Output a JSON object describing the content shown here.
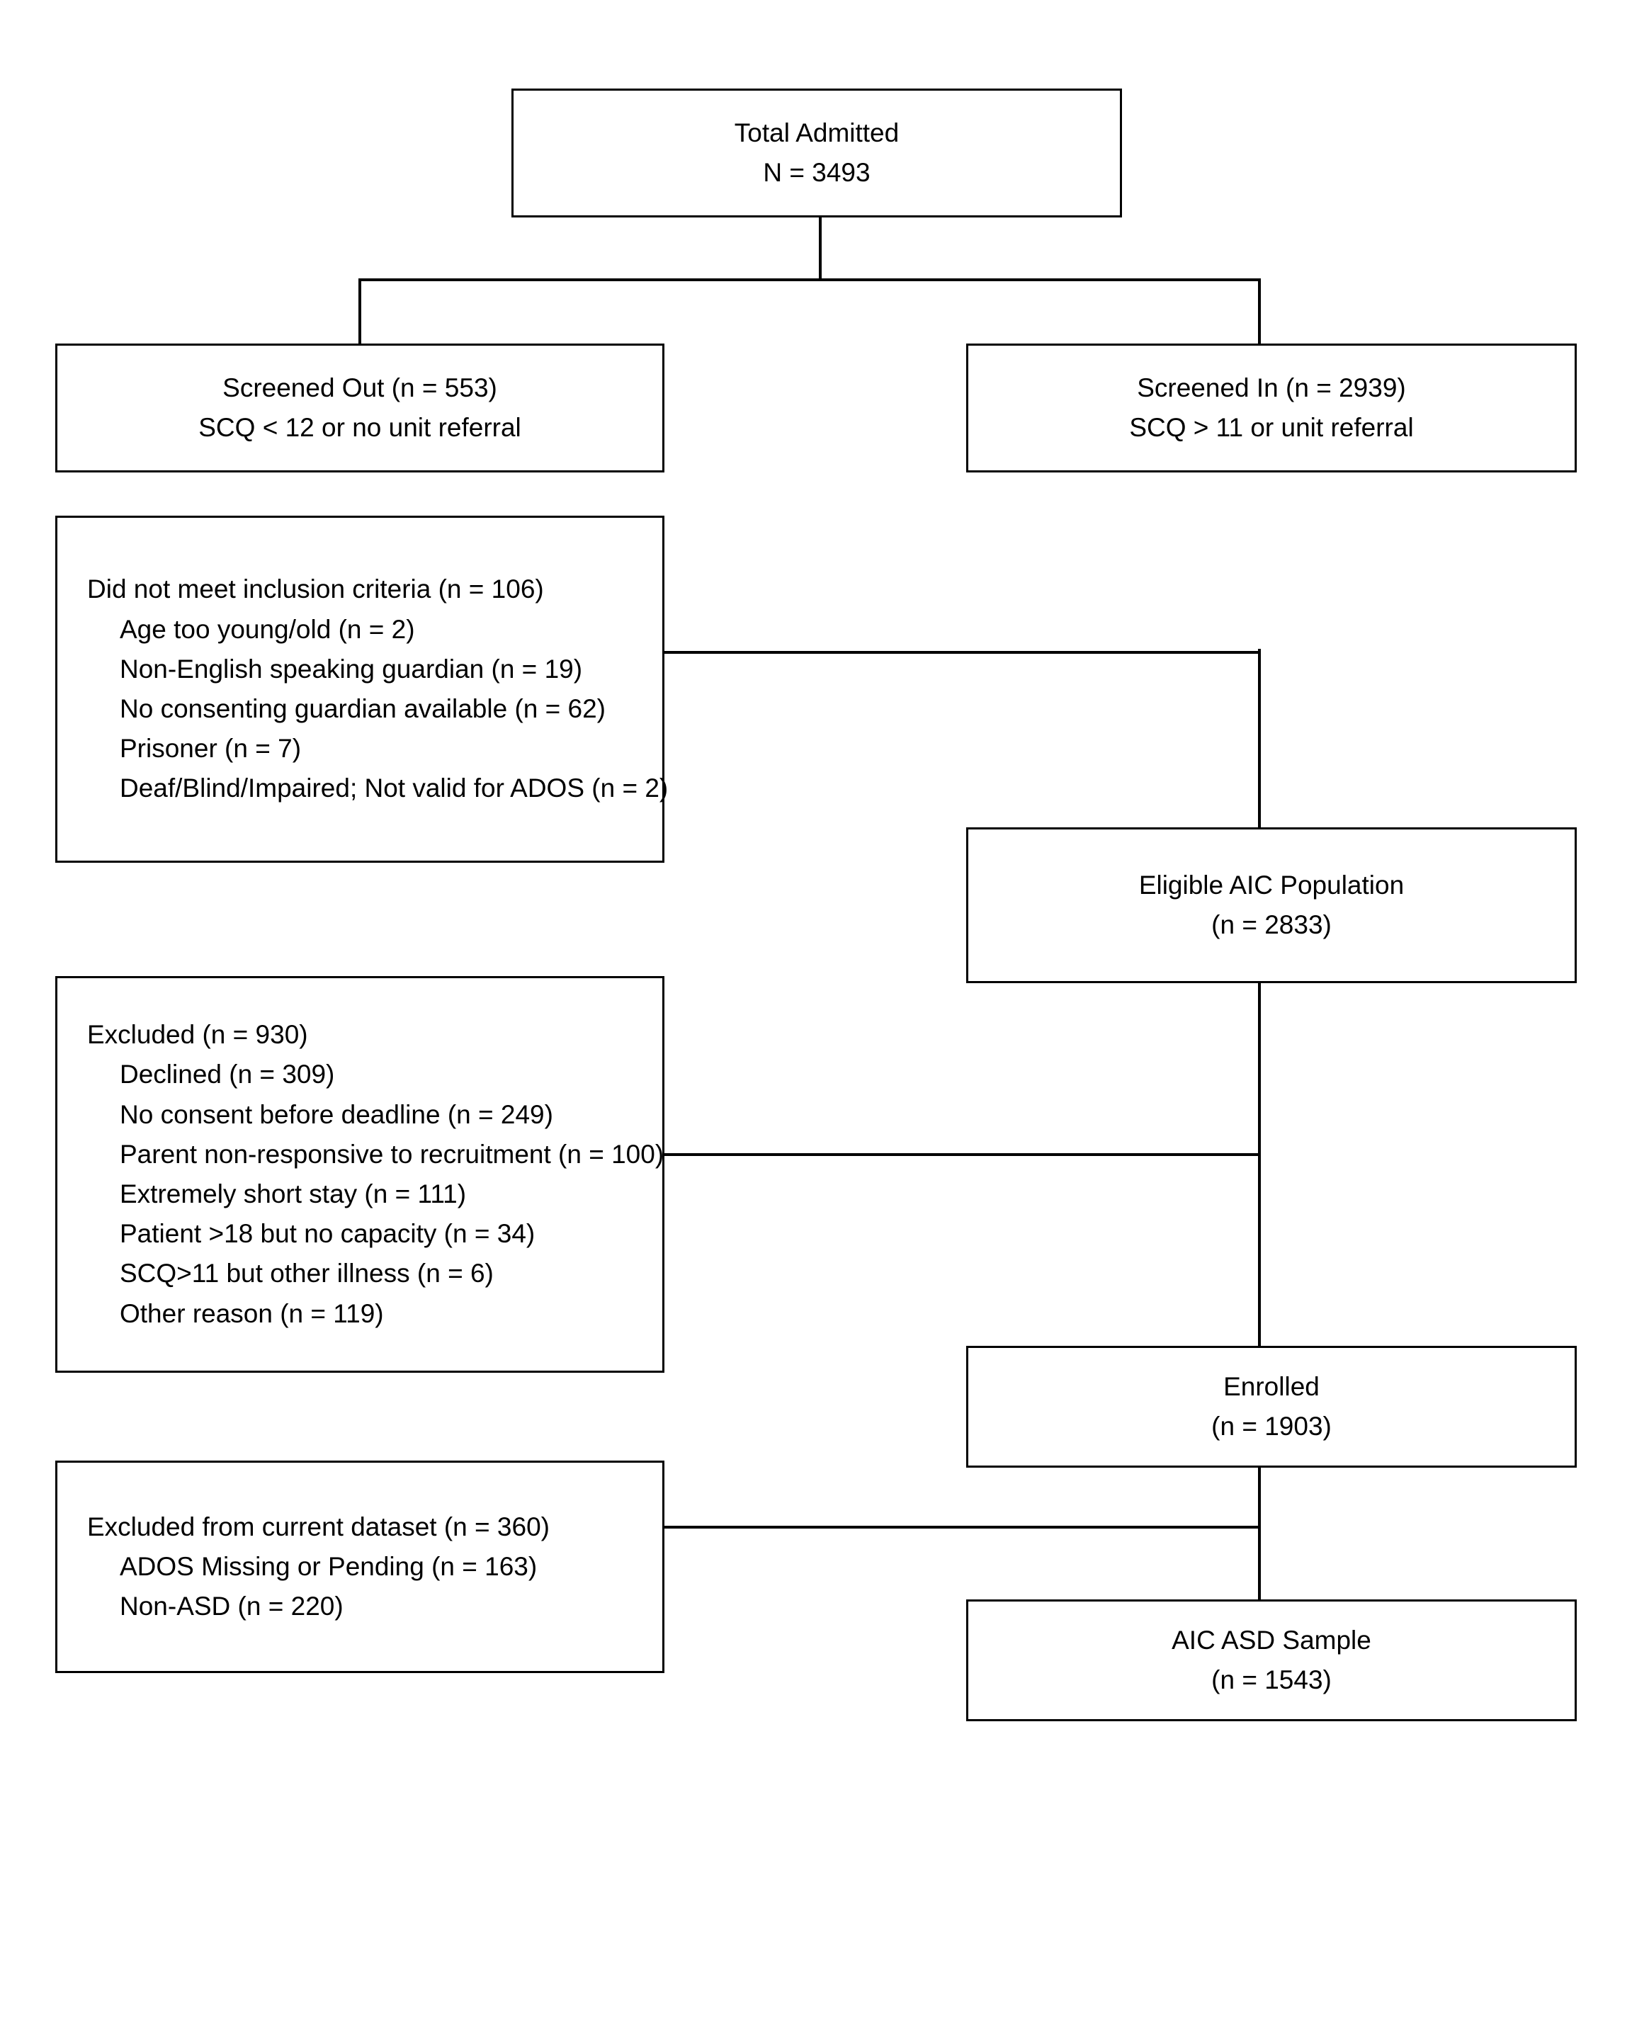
{
  "diagram": {
    "title": "CONSORT-style participant flow diagram",
    "stroke_color": "#000000",
    "background_color": "#ffffff"
  },
  "nodes": {
    "total_admitted": {
      "line1": "Total Admitted",
      "line2": "N = 3493"
    },
    "screened_out": {
      "line1": "Screened Out (n = 553)",
      "line2": "SCQ < 12 or no unit referral"
    },
    "screened_in": {
      "line1": "Screened In (n = 2939)",
      "line2": "SCQ > 11 or unit referral"
    },
    "not_inclusion": {
      "heading": "Did not meet inclusion criteria (n = 106)",
      "items": [
        "Age too young/old (n = 2)",
        "Non-English speaking guardian (n = 19)",
        "No consenting guardian available (n = 62)",
        "Prisoner (n = 7)",
        "Deaf/Blind/Impaired; Not valid for ADOS (n = 2)"
      ]
    },
    "eligible_population": {
      "line1": "Eligible AIC Population",
      "line2": "(n = 2833)"
    },
    "excluded": {
      "heading": "Excluded (n = 930)",
      "items": [
        "Declined (n = 309)",
        "No consent before deadline (n = 249)",
        "Parent non-responsive to recruitment (n = 100)",
        "Extremely short stay (n = 111)",
        "Patient >18 but no capacity (n = 34)",
        "SCQ>11 but other illness (n = 6)",
        "Other reason (n = 119)"
      ]
    },
    "enrolled": {
      "line1": "Enrolled",
      "line2": "(n = 1903)"
    },
    "excluded_dataset": {
      "heading": "Excluded from current dataset (n = 360)",
      "items": [
        "ADOS Missing or Pending (n = 163)",
        "Non-ASD (n = 220)"
      ]
    },
    "asd_sample": {
      "line1": "AIC ASD Sample",
      "line2": "(n = 1543)"
    }
  }
}
